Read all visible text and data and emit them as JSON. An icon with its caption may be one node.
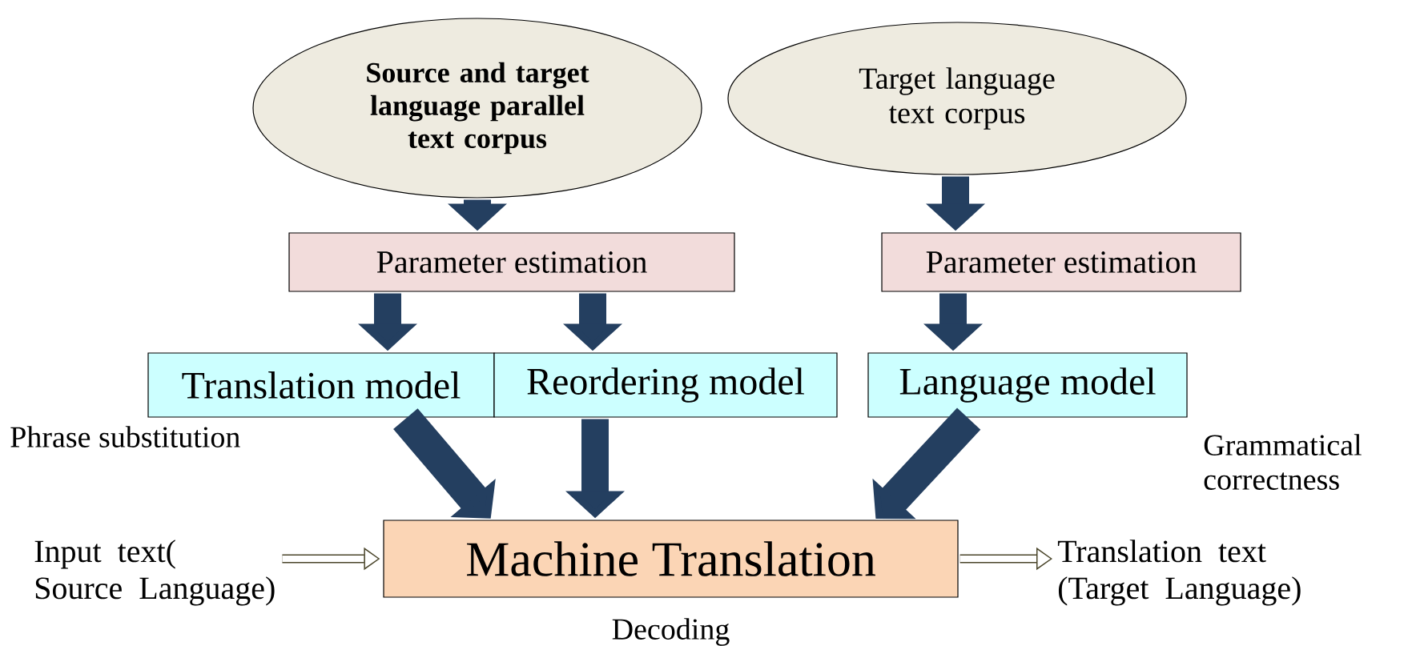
{
  "diagram": {
    "nodes": [
      {
        "text": [
          "Source and target language parallel text corpus"
        ]
      },
      {
        "text": [
          "Target language text corpus"
        ]
      },
      {
        "text": [
          "Parameter estimation"
        ]
      },
      {
        "text": [
          "Parameter estimation"
        ]
      },
      {
        "text": [
          "Translation model"
        ]
      },
      {
        "text": [
          "Reordering model"
        ]
      },
      {
        "text": [
          "Language model"
        ]
      },
      {
        "text": [
          "Machine Translation"
        ],
        "beside": [
          "Decoding"
        ]
      },
      {
        "text": [
          "Input text( Source Language)"
        ]
      },
      {
        "text": [
          "Translation text (Target Language)"
        ]
      }
    ],
    "edges": [
      {
        "from": 0,
        "to": 2,
        "arrow": "to"
      },
      {
        "from": 1,
        "to": 3,
        "arrow": "to"
      },
      {
        "from": 2,
        "to": 4,
        "arrow": "to"
      },
      {
        "from": 2,
        "to": 5,
        "arrow": "to"
      },
      {
        "from": 3,
        "to": 6,
        "arrow": "to"
      },
      {
        "from": 4,
        "to": 7,
        "arrow": "to"
      },
      {
        "from": 5,
        "to": 7,
        "arrow": "to"
      },
      {
        "from": 6,
        "to": 7,
        "arrow": "to"
      },
      {
        "from": 8,
        "to": 7,
        "arrow": "to",
        "color": "#4a452a"
      },
      {
        "from": 7,
        "to": 9,
        "arrow": "to",
        "color": "#4a452a"
      }
    ],
    "labels": [
      "Phrase substitution",
      "Grammatical correctness"
    ]
  }
}
